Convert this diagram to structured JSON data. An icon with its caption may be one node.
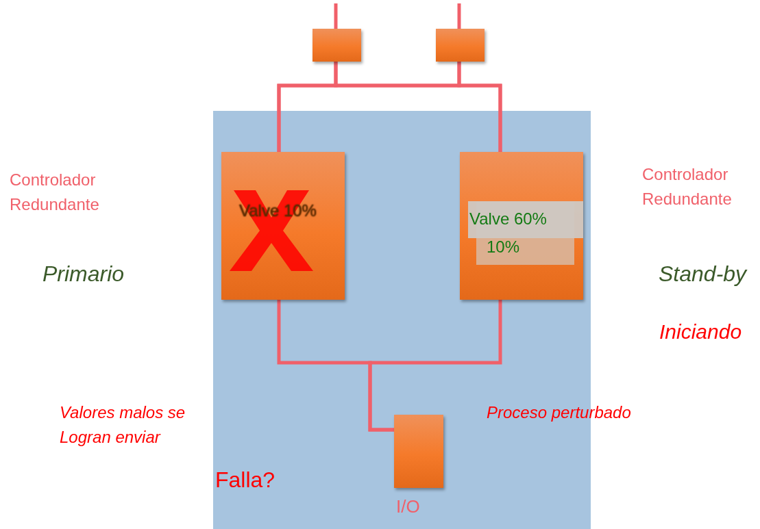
{
  "diagram": {
    "nodes": [
      {
        "text": [],
        "shape": "box"
      },
      {
        "text": [],
        "shape": "box"
      },
      {
        "text": [
          "Valve 10%"
        ]
      },
      {
        "text": [
          "Valve 60%",
          "10%"
        ]
      },
      {
        "text": [],
        "shape": "box",
        "beside": [
          "I/O"
        ]
      }
    ],
    "edges": [
      {
        "from": null,
        "to": 0,
        "arrow": "none"
      },
      {
        "from": null,
        "to": 1,
        "arrow": "none"
      },
      {
        "from": 0,
        "to": 2,
        "arrow": "none"
      },
      {
        "from": 0,
        "to": 3,
        "arrow": "none"
      },
      {
        "from": 1,
        "to": 2,
        "arrow": "none"
      },
      {
        "from": 1,
        "to": 3,
        "arrow": "none"
      },
      {
        "from": 2,
        "to": 4,
        "arrow": "none"
      },
      {
        "from": 3,
        "to": 4,
        "arrow": "none"
      }
    ],
    "labels": [
      "Controlador Redundante",
      "Controlador Redundante",
      "Primario",
      "Stand-by",
      "Iniciando",
      "Valores malos se Logran enviar",
      "Proceso perturbado",
      "Falla?"
    ]
  }
}
